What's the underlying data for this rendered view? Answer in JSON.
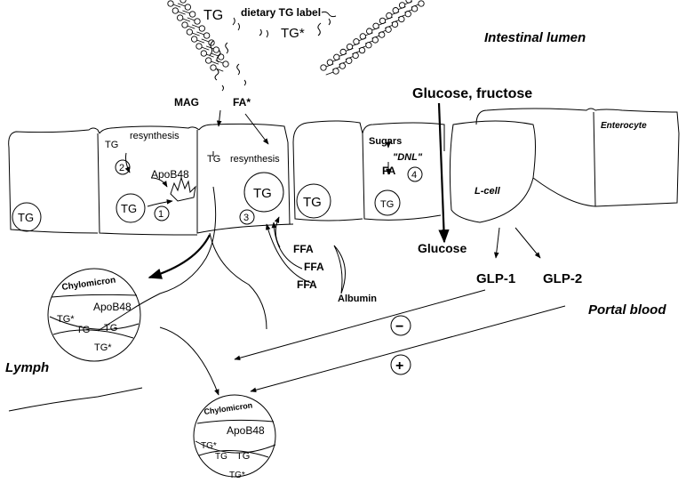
{
  "labels": {
    "tg_top": "TG",
    "dietary_label": "dietary TG label",
    "tg_star_top": "TG*",
    "intestinal_lumen": "Intestinal lumen",
    "mag": "MAG",
    "fa_star": "FA*",
    "glucose_fructose": "Glucose, fructose",
    "enterocyte": "Enterocyte",
    "tg_cell1": "TG",
    "tg_resynthesis_a": "TG",
    "resynthesis_a": "resynthesis",
    "num_2": "2",
    "apob48_cell": "ApoB48",
    "tg_cell2": "TG",
    "num_1": "1",
    "tg_resynthesis_b": "TG",
    "resynthesis_b": "resynthesis",
    "tg_big": "TG",
    "num_3": "3",
    "tg_cell4": "TG",
    "sugars": "Sugars",
    "dnl": "\"DNL\"",
    "fa": "FA",
    "num_4": "4",
    "tg_cell5": "TG",
    "l_cell": "L-cell",
    "glucose": "Glucose",
    "ffa_1": "FFA",
    "ffa_2": "FFA",
    "ffa_3": "FFA",
    "albumin": "Albumin",
    "glp1": "GLP-1",
    "glp2": "GLP-2",
    "portal_blood": "Portal blood",
    "minus": "−",
    "plus": "+",
    "lymph": "Lymph"
  },
  "chylomicron_upper": {
    "title": "Chylomicron",
    "apob48": "ApoB48",
    "tg_star_a": "TG*",
    "tg_a": "TG",
    "tg_b": "TG",
    "tg_star_b": "TG*"
  },
  "chylomicron_lower": {
    "title": "Chylomicron",
    "apob48": "ApoB48",
    "tg_star_a": "TG*",
    "tg_a": "TG",
    "tg_b": "TG",
    "tg_star_b": "TG*"
  }
}
